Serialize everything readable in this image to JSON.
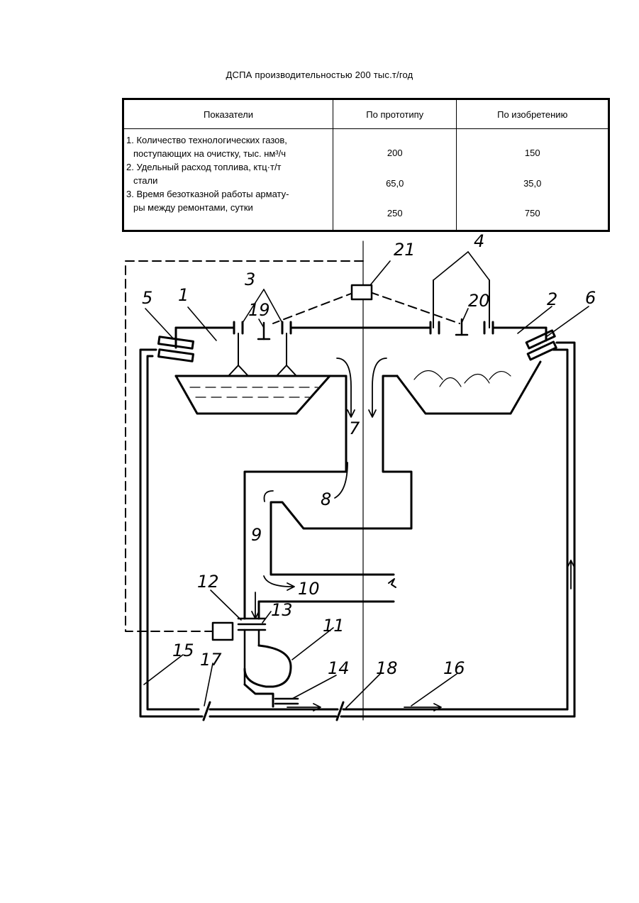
{
  "title": "ДСПА производительностью 200 тыс.т/год",
  "table": {
    "headers": [
      "Показатели",
      "По прототипу",
      "По изобретению"
    ],
    "rows": [
      {
        "name_lines": [
          "1. Количество технологических газов,",
          "поступающих на очистку, тыс. нм³/ч"
        ],
        "prototype": "200",
        "invention": "150"
      },
      {
        "name_lines": [
          "2. Удельный расход топлива, ктц·т/т",
          "стали"
        ],
        "prototype": "65,0",
        "invention": "35,0"
      },
      {
        "name_lines": [
          "3. Время безотказной работы армату-",
          "ры между ремонтами, сутки"
        ],
        "prototype": "250",
        "invention": "750"
      }
    ]
  },
  "labels": {
    "l1": "1",
    "l2": "2",
    "l3": "3",
    "l4": "4",
    "l5": "5",
    "l6": "6",
    "l7": "7",
    "l8": "8",
    "l9": "9",
    "l10": "10",
    "l11": "11",
    "l12": "12",
    "l13": "13",
    "l14": "14",
    "l15": "15",
    "l16": "16",
    "l17": "17",
    "l18": "18",
    "l19": "19",
    "l20": "20",
    "l21": "21"
  }
}
